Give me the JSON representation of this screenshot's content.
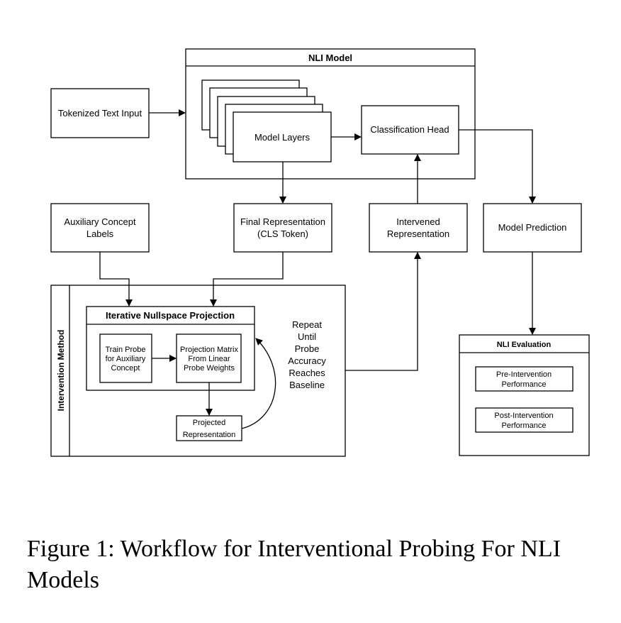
{
  "diagram": {
    "nli_model": {
      "title": "NLI Model"
    },
    "tokenized_input": {
      "label": "Tokenized Text Input"
    },
    "model_layers": {
      "label": "Model Layers"
    },
    "classification_head": {
      "label": "Classification Head"
    },
    "aux_labels": {
      "line1": "Auxiliary Concept",
      "line2": "Labels"
    },
    "final_rep": {
      "line1": "Final Representation",
      "line2": "(CLS Token)"
    },
    "intervened_rep": {
      "line1": "Intervened",
      "line2": "Representation"
    },
    "model_prediction": {
      "label": "Model Prediction"
    },
    "intervention_method": {
      "title": "Intervention Method"
    },
    "inlp": {
      "title": "Iterative Nullspace Projection"
    },
    "train_probe": {
      "line1": "Train Probe",
      "line2": "for Auxiliary",
      "line3": "Concept"
    },
    "projection_matrix": {
      "line1": "Projection Matrix",
      "line2": "From Linear",
      "line3": "Probe Weights"
    },
    "projected_rep": {
      "line1": "Projected",
      "line2": "Representation"
    },
    "repeat_note": {
      "line1": "Repeat",
      "line2": "Until",
      "line3": "Probe",
      "line4": "Accuracy",
      "line5": "Reaches",
      "line6": "Baseline"
    },
    "nli_evaluation": {
      "title": "NLI Evaluation"
    },
    "pre_intervention": {
      "line1": "Pre-Intervention",
      "line2": "Performance"
    },
    "post_intervention": {
      "line1": "Post-Intervention",
      "line2": "Performance"
    }
  },
  "caption": {
    "text": "Figure 1: Workflow for Interventional Probing For NLI Models"
  }
}
